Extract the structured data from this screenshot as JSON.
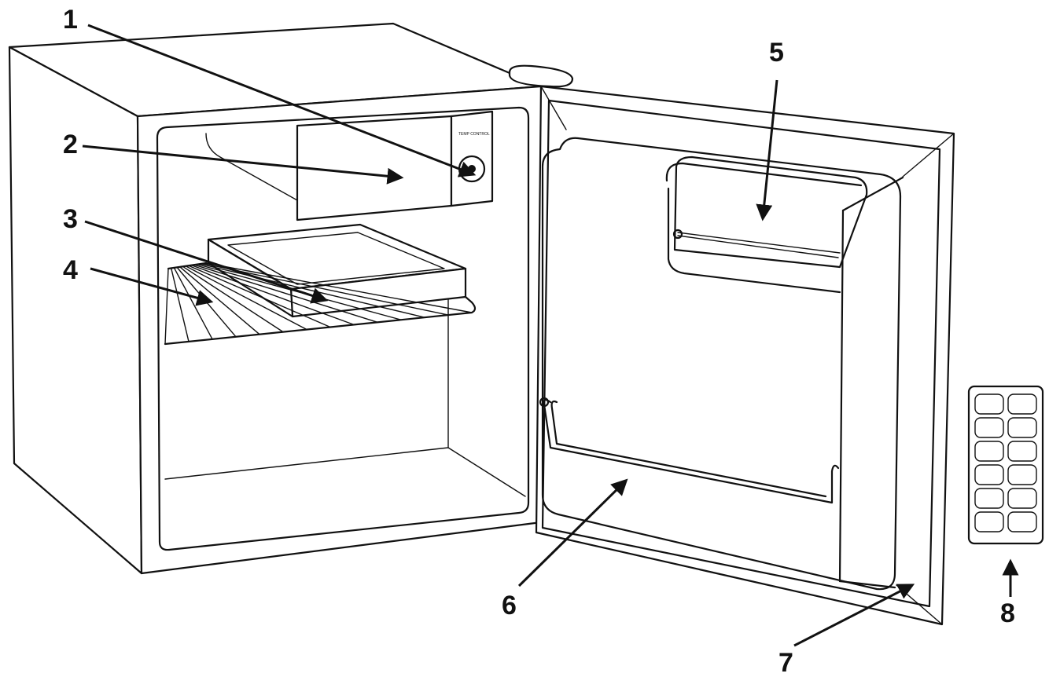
{
  "callouts": [
    {
      "id": "1",
      "label": "1"
    },
    {
      "id": "2",
      "label": "2"
    },
    {
      "id": "3",
      "label": "3"
    },
    {
      "id": "4",
      "label": "4"
    },
    {
      "id": "5",
      "label": "5"
    },
    {
      "id": "6",
      "label": "6"
    },
    {
      "id": "7",
      "label": "7"
    },
    {
      "id": "8",
      "label": "8"
    }
  ],
  "dial": {
    "caption": "TEMP CONTROL"
  },
  "colors": {
    "line": "#111111",
    "background": "#ffffff"
  }
}
